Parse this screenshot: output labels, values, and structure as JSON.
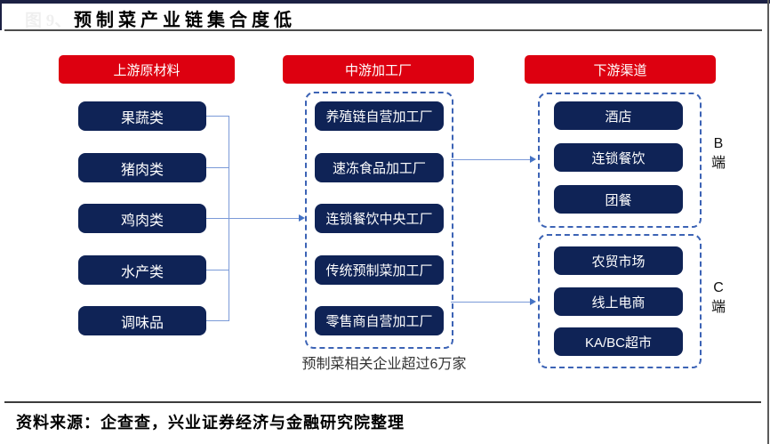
{
  "figure": {
    "watermark": "图 9、",
    "title": "预制菜产业链集合度低",
    "source": "资料来源：企查查，兴业证券经济与金融研究院整理"
  },
  "upstream": {
    "header": "上游原材料",
    "items": [
      "果蔬类",
      "猪肉类",
      "鸡肉类",
      "水产类",
      "调味品"
    ]
  },
  "midstream": {
    "header": "中游加工厂",
    "items": [
      "养殖链自营加工厂",
      "速冻食品加工厂",
      "连锁餐饮中央工厂",
      "传统预制菜加工厂",
      "零售商自营加工厂"
    ],
    "caption": "预制菜相关企业超过6万家"
  },
  "downstream": {
    "header": "下游渠道",
    "b_group": {
      "label_top": "B",
      "label_bottom": "端",
      "items": [
        "酒店",
        "连锁餐饮",
        "团餐"
      ]
    },
    "c_group": {
      "label_top": "C",
      "label_bottom": "端",
      "items": [
        "农贸市场",
        "线上电商",
        "KA/BC超市"
      ]
    }
  },
  "colors": {
    "accent_red": "#dd0010",
    "navy": "#0f2356",
    "connector_blue": "#4472c4",
    "dash_blue": "#3c63b5"
  }
}
